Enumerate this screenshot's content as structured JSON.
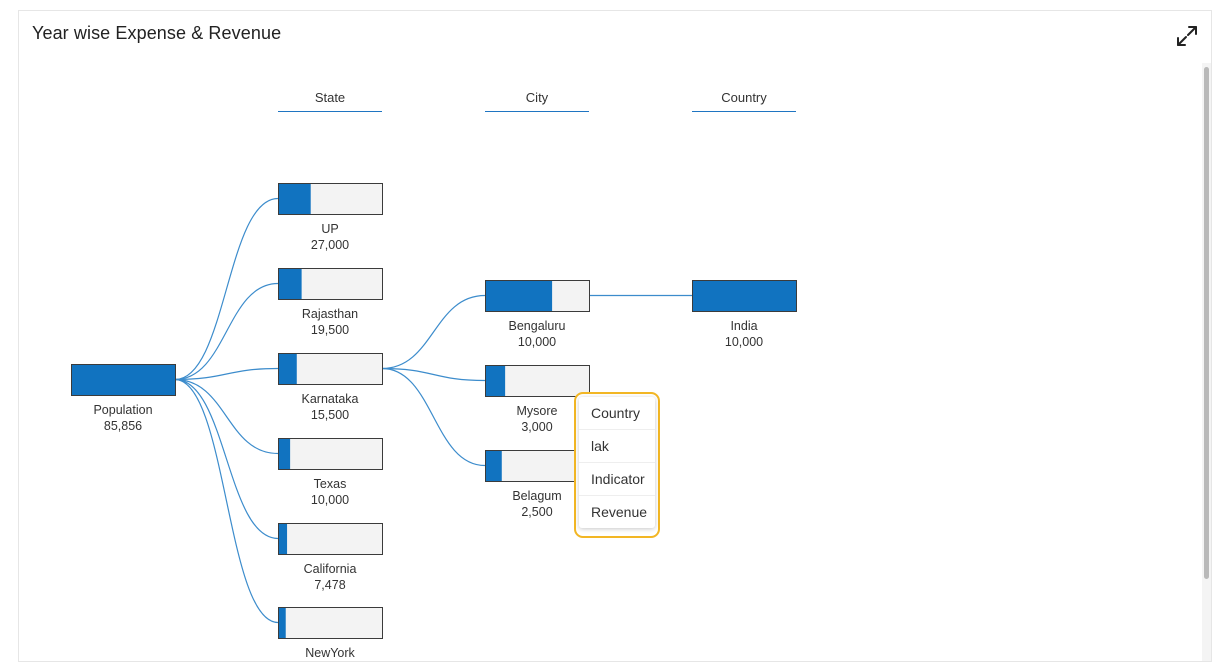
{
  "title": "Year wise Expense & Revenue",
  "icons": {
    "expand": "expand-icon"
  },
  "colors": {
    "accent": "#1173c0",
    "bar_bg": "#f3f3f3",
    "link": "#3c8ccc",
    "tooltip_border": "#f2b624"
  },
  "columns": [
    "State",
    "City",
    "Country"
  ],
  "chart_data": {
    "type": "decomposition-tree",
    "root": {
      "name": "Population",
      "value": 85856,
      "label": "85,856"
    },
    "levels": [
      {
        "name": "State",
        "nodes": [
          {
            "name": "UP",
            "value": 27000,
            "label": "27,000"
          },
          {
            "name": "Rajasthan",
            "value": 19500,
            "label": "19,500"
          },
          {
            "name": "Karnataka",
            "value": 15500,
            "label": "15,500",
            "expanded": true
          },
          {
            "name": "Texas",
            "value": 10000,
            "label": "10,000"
          },
          {
            "name": "California",
            "value": 7478,
            "label": "7,478"
          },
          {
            "name": "NewYork",
            "value": 6378,
            "label": ""
          }
        ]
      },
      {
        "name": "City",
        "parent": "Karnataka",
        "nodes": [
          {
            "name": "Bengaluru",
            "value": 10000,
            "label": "10,000",
            "expanded": true
          },
          {
            "name": "Mysore",
            "value": 3000,
            "label": "3,000"
          },
          {
            "name": "Belagum",
            "value": 2500,
            "label": "2,500"
          }
        ]
      },
      {
        "name": "Country",
        "parent": "Bengaluru",
        "nodes": [
          {
            "name": "India",
            "value": 10000,
            "label": "10,000"
          }
        ]
      }
    ]
  },
  "tooltip_menu": [
    "Country",
    "lak",
    "Indicator",
    "Revenue"
  ]
}
